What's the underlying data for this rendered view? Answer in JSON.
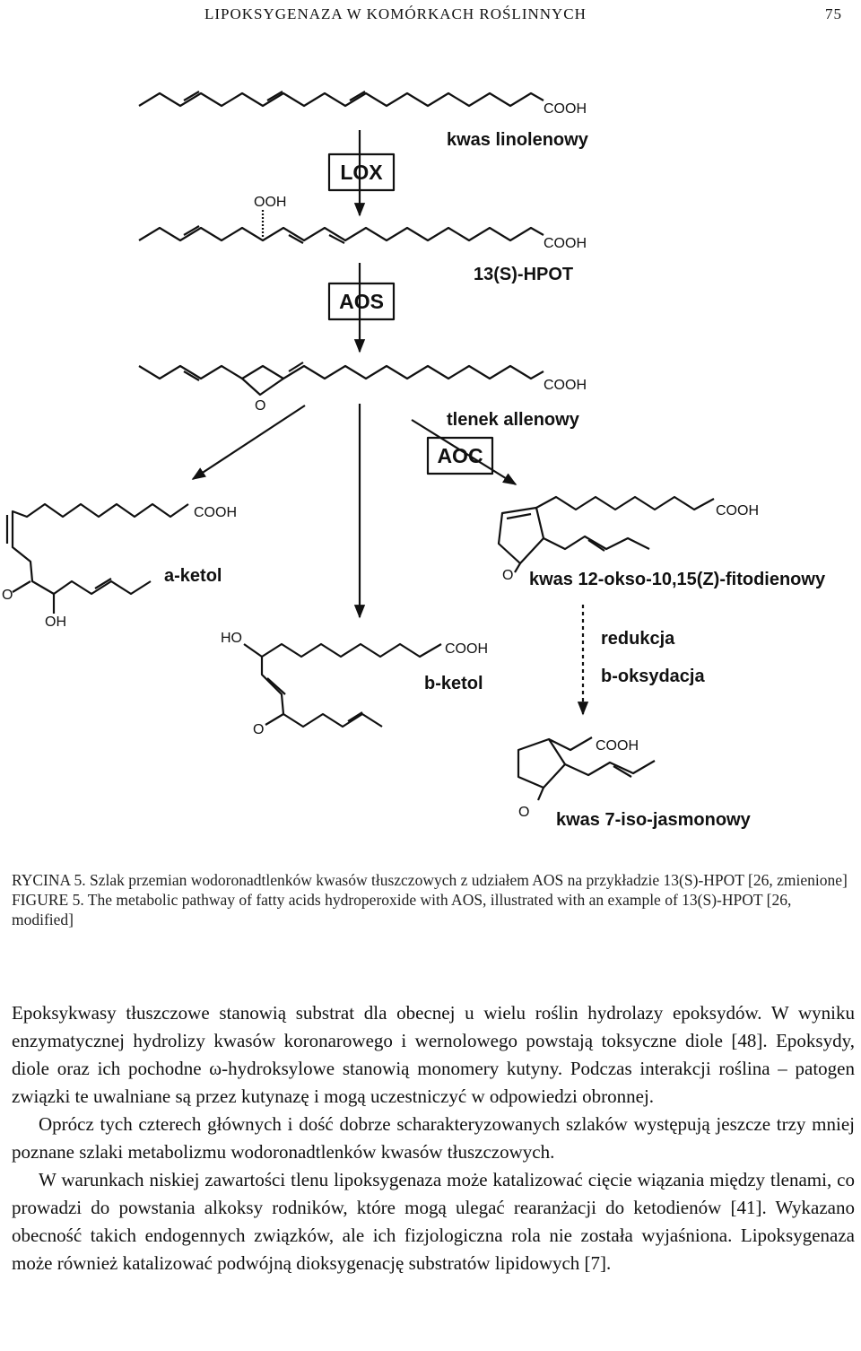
{
  "header": {
    "running_title": "LIPOKSYGENAZA W KOMÓRKACH ROŚLINNYCH",
    "page_number": "75"
  },
  "diagram": {
    "enzymes": {
      "lox": "LOX",
      "aos": "AOS",
      "aoc": "AOC"
    },
    "compounds": {
      "linolenic": "kwas linolenowy",
      "hpot": "13(S)-HPOT",
      "allene_oxide": "tlenek allenowy",
      "a_ketol": "a-ketol",
      "opda": "kwas 12-okso-10,15(Z)-fitodienowy",
      "b_ketol": "b-ketol",
      "jasmonic": "kwas 7-iso-jasmonowy"
    },
    "steps": {
      "reduction": "redukcja",
      "beta_oxidation": "b-oksydacja"
    },
    "atoms": {
      "cooh": "COOH",
      "ooh": "OOH",
      "o": "O",
      "oh": "OH",
      "ho": "HO"
    }
  },
  "caption": {
    "pl_line": "RYCINA 5. Szlak przemian wodoronadtlenków kwasów tłuszczowych z udziałem AOS na przykładzie 13(S)-HPOT [26, zmienione]",
    "en_line": "FIGURE 5. The metabolic pathway of fatty acids hydroperoxide with AOS, illustrated with an example of 13(S)-HPOT [26, modified]"
  },
  "body": {
    "paragraphs": [
      "Epoksykwasy tłuszczowe stanowią substrat dla obecnej u wielu roślin hydrolazy epoksydów. W wyniku enzymatycznej hydrolizy kwasów koronarowego i wernolowego powstają toksyczne diole [48]. Epoksydy, diole oraz ich pochodne ω-hydroksylowe stanowią monomery kutyny. Podczas interakcji roślina – patogen związki te uwalniane są przez kutynazę i mogą uczestniczyć w odpowiedzi obronnej.",
      "Oprócz tych czterech głównych i dość dobrze scharakteryzowanych szlaków występują jeszcze trzy mniej poznane szlaki metabolizmu wodoronadtlenków kwasów tłuszczowych.",
      "W warunkach niskiej zawartości tlenu lipoksygenaza może katalizować cięcie wiązania między tlenami, co prowadzi do powstania alkoksy rodników, które mogą ulegać rearanżacji do ketodienów [41]. Wykazano obecność takich endogennych związków, ale ich fizjologiczna rola nie została wyjaśniona. Lipoksygenaza może również katalizować podwójną dioksygenację substratów lipidowych [7]."
    ]
  }
}
